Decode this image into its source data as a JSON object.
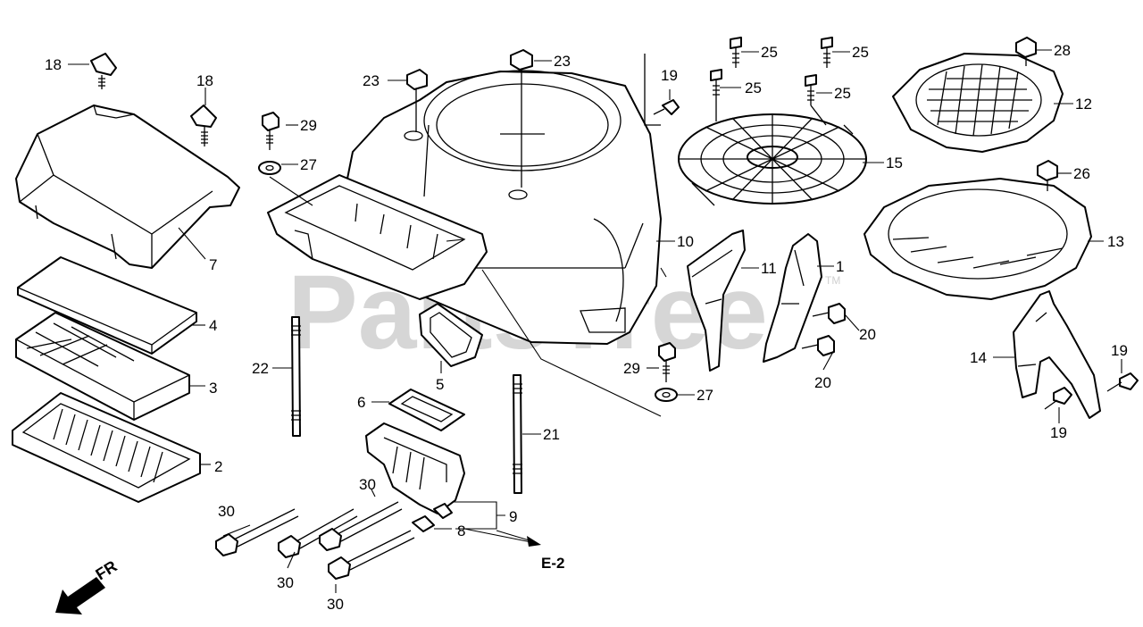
{
  "watermark": {
    "text": "PartsTree",
    "tm": "TM"
  },
  "direction": {
    "label": "FR"
  },
  "reference": {
    "label": "E-2"
  },
  "callouts": {
    "c1": "1",
    "c2": "2",
    "c3": "3",
    "c4": "4",
    "c5": "5",
    "c6": "6",
    "c7": "7",
    "c8": "8",
    "c9": "9",
    "c10": "10",
    "c11": "11",
    "c12": "12",
    "c13": "13",
    "c14": "14",
    "c15": "15",
    "c18a": "18",
    "c18b": "18",
    "c19a": "19",
    "c19b": "19",
    "c19c": "19",
    "c20a": "20",
    "c20b": "20",
    "c21": "21",
    "c22": "22",
    "c23a": "23",
    "c23b": "23",
    "c25a": "25",
    "c25b": "25",
    "c25c": "25",
    "c25d": "25",
    "c26": "26",
    "c27a": "27",
    "c27b": "27",
    "c28": "28",
    "c29a": "29",
    "c29b": "29",
    "c30a": "30",
    "c30b": "30",
    "c30c": "30",
    "c30d": "30"
  }
}
